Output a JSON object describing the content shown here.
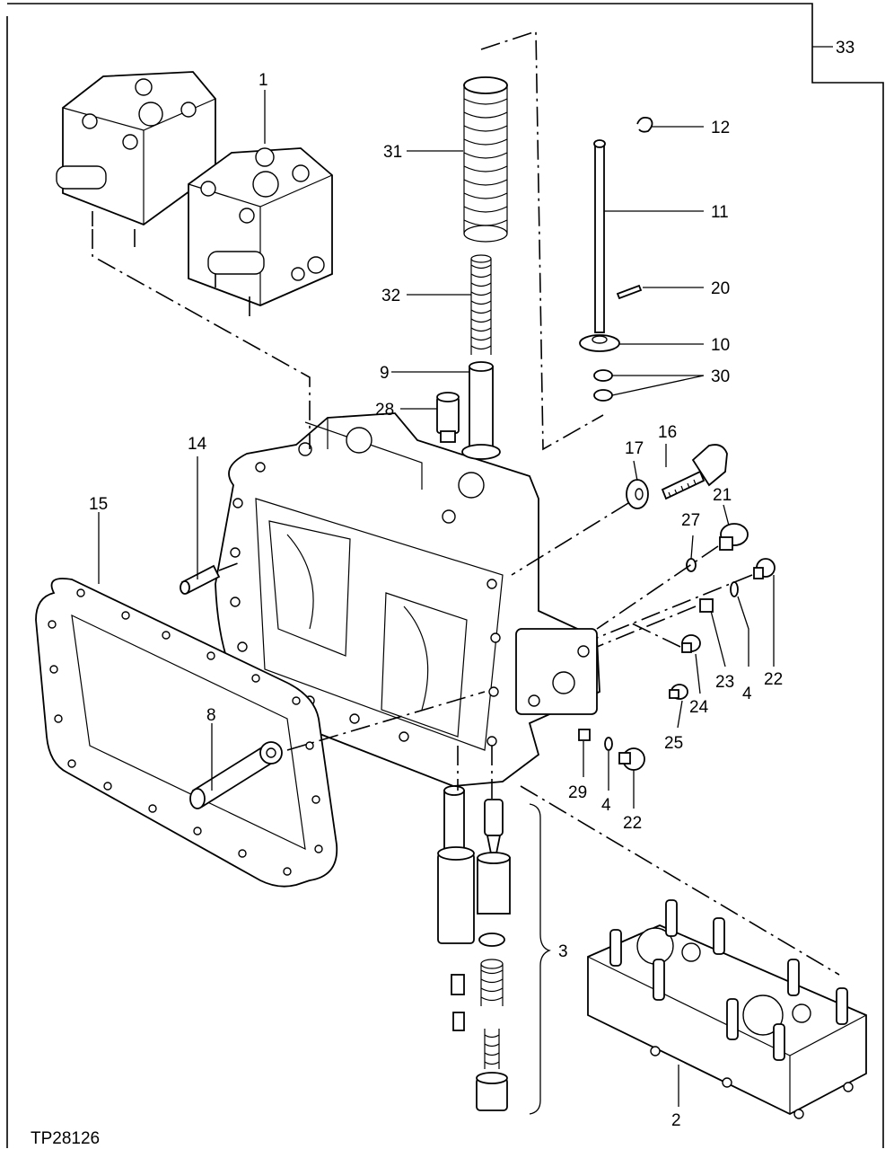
{
  "figure_code": "TP28126",
  "callouts": [
    "1",
    "2",
    "3",
    "4",
    "4",
    "8",
    "9",
    "10",
    "11",
    "12",
    "14",
    "15",
    "16",
    "17",
    "20",
    "21",
    "22",
    "22",
    "23",
    "24",
    "25",
    "27",
    "28",
    "29",
    "30",
    "31",
    "32",
    "33"
  ]
}
